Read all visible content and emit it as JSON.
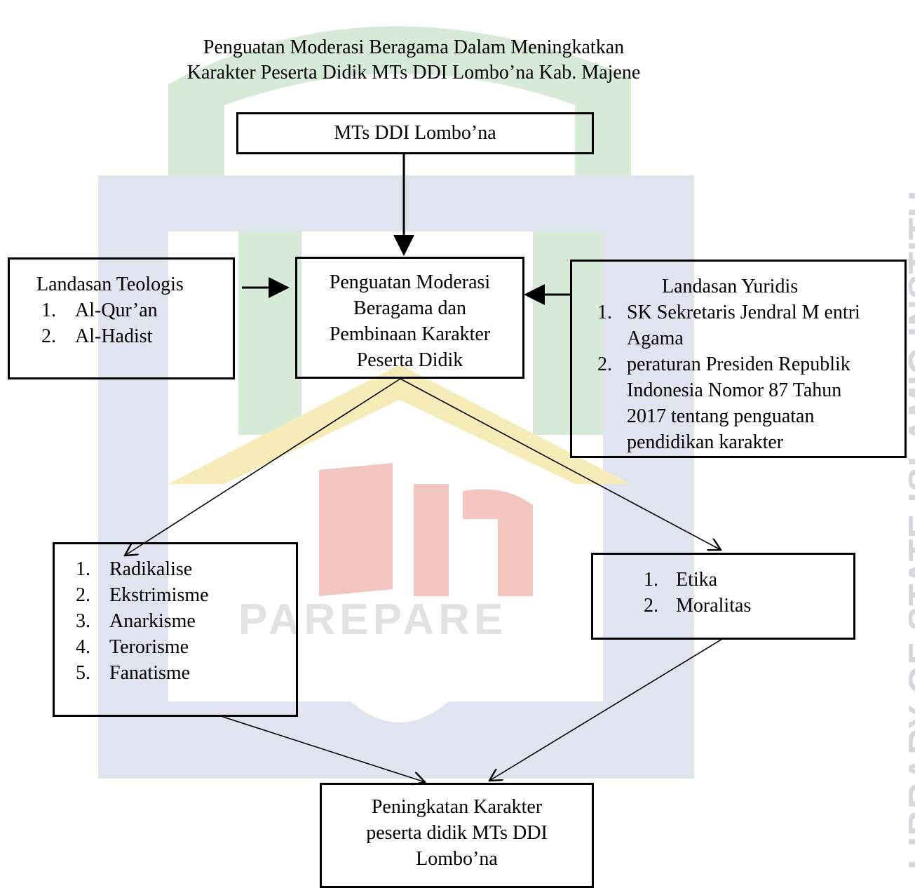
{
  "title": {
    "line1": "Penguatan Moderasi Beragama Dalam Meningkatkan",
    "line2": "Karakter Peserta Didik MTs DDI Lombo’na Kab. Majene"
  },
  "nodes": {
    "top": {
      "label": "MTs DDI Lombo’na"
    },
    "center": {
      "lines": [
        "Penguatan Moderasi",
        "Beragama dan",
        "Pembinaan Karakter",
        "Peserta Didik"
      ]
    },
    "left": {
      "heading": "Landasan Teologis",
      "items": [
        "Al-Qur’an",
        "Al-Hadist"
      ]
    },
    "right": {
      "heading": "Landasan Yuridis",
      "items": [
        [
          "SK Sekretaris Jendral M entri",
          "Agama"
        ],
        [
          "peraturan Presiden Republik",
          "Indonesia Nomor 87 Tahun",
          "2017 tentang penguatan",
          "pendidikan karakter"
        ]
      ]
    },
    "negative": {
      "items": [
        "Radikalise",
        "Ekstrimisme",
        "Anarkisme",
        "Terorisme",
        "Fanatisme"
      ]
    },
    "positive": {
      "items": [
        "Etika",
        "Moralitas"
      ]
    },
    "bottom": {
      "lines": [
        "Peningkatan Karakter",
        "peserta didik MTs DDI",
        "Lombo’na"
      ]
    }
  },
  "watermark": {
    "side_text": "LIBRARY OF STATE ISLAMIC INSTITU",
    "center_text": "PAREPARE",
    "colors": {
      "green": "#d7ead8",
      "blue": "#dfe4ef",
      "yellow": "#f6ecb8",
      "red": "#f3c5c0",
      "side_green": "#a8e0a8",
      "side_yellow": "#f0e090",
      "side_gray": "#cfd3d8"
    }
  }
}
